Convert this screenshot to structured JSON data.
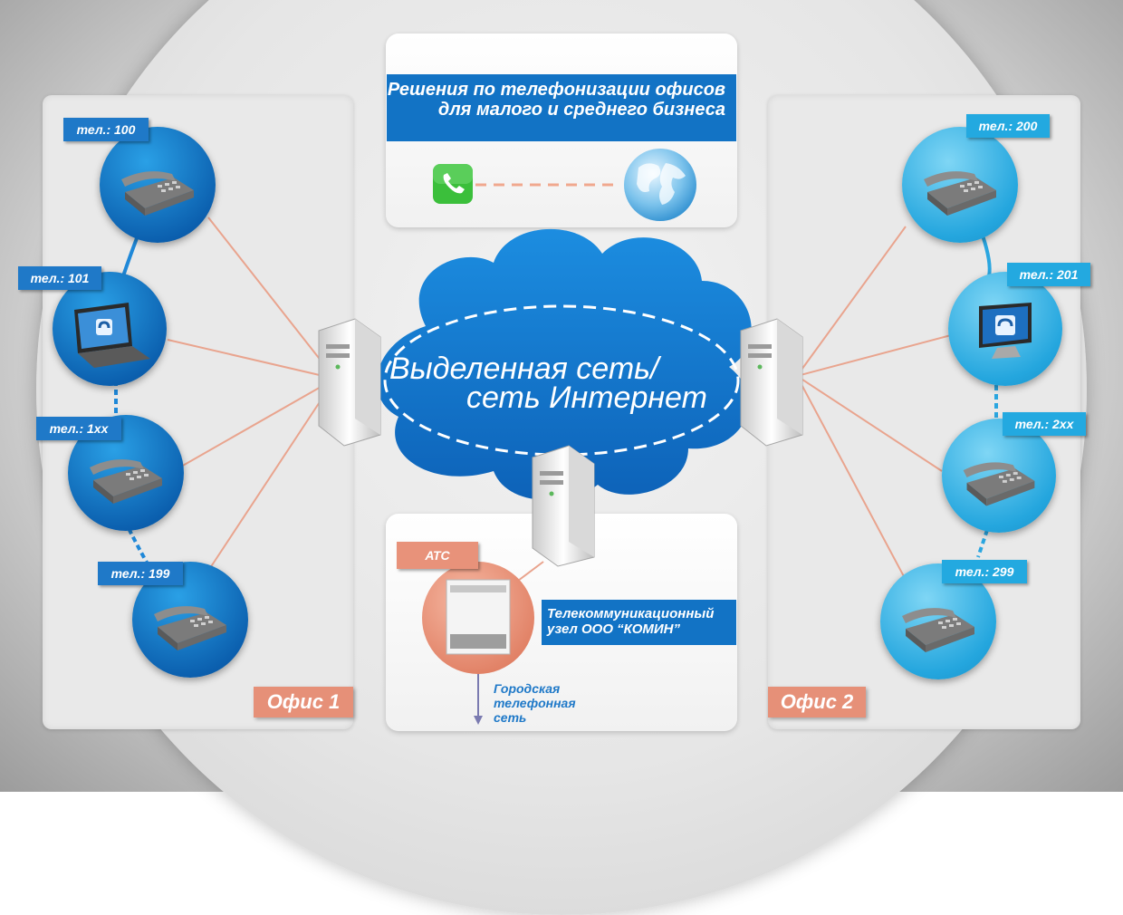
{
  "header": {
    "title": "Решения по телефонизации офисов для малого и среднего бизнеса"
  },
  "cloud": {
    "line1": "Выделенная сеть/",
    "line2": "сеть Интернет"
  },
  "office1": {
    "label": "Офис 1",
    "phones": [
      {
        "label": "тел.: 100",
        "device": "desk-phone"
      },
      {
        "label": "тел.: 101",
        "device": "laptop"
      },
      {
        "label": "тел.: 1xx",
        "device": "desk-phone"
      },
      {
        "label": "тел.: 199",
        "device": "desk-phone"
      }
    ]
  },
  "office2": {
    "label": "Офис 2",
    "phones": [
      {
        "label": "тел.: 200",
        "device": "desk-phone"
      },
      {
        "label": "тел.: 201",
        "device": "monitor"
      },
      {
        "label": "тел.: 2xx",
        "device": "desk-phone"
      },
      {
        "label": "тел.: 299",
        "device": "desk-phone"
      }
    ]
  },
  "pbx": {
    "tag": "АТС",
    "node_label": "Телекоммуникационный узел ООО “КОМИН”",
    "city_network": "Городская телефонная сеть"
  },
  "colors": {
    "dark_blue": "#0b5fae",
    "light_blue": "#24a6de",
    "orange": "#e69078",
    "band_blue": "#1273c5"
  }
}
